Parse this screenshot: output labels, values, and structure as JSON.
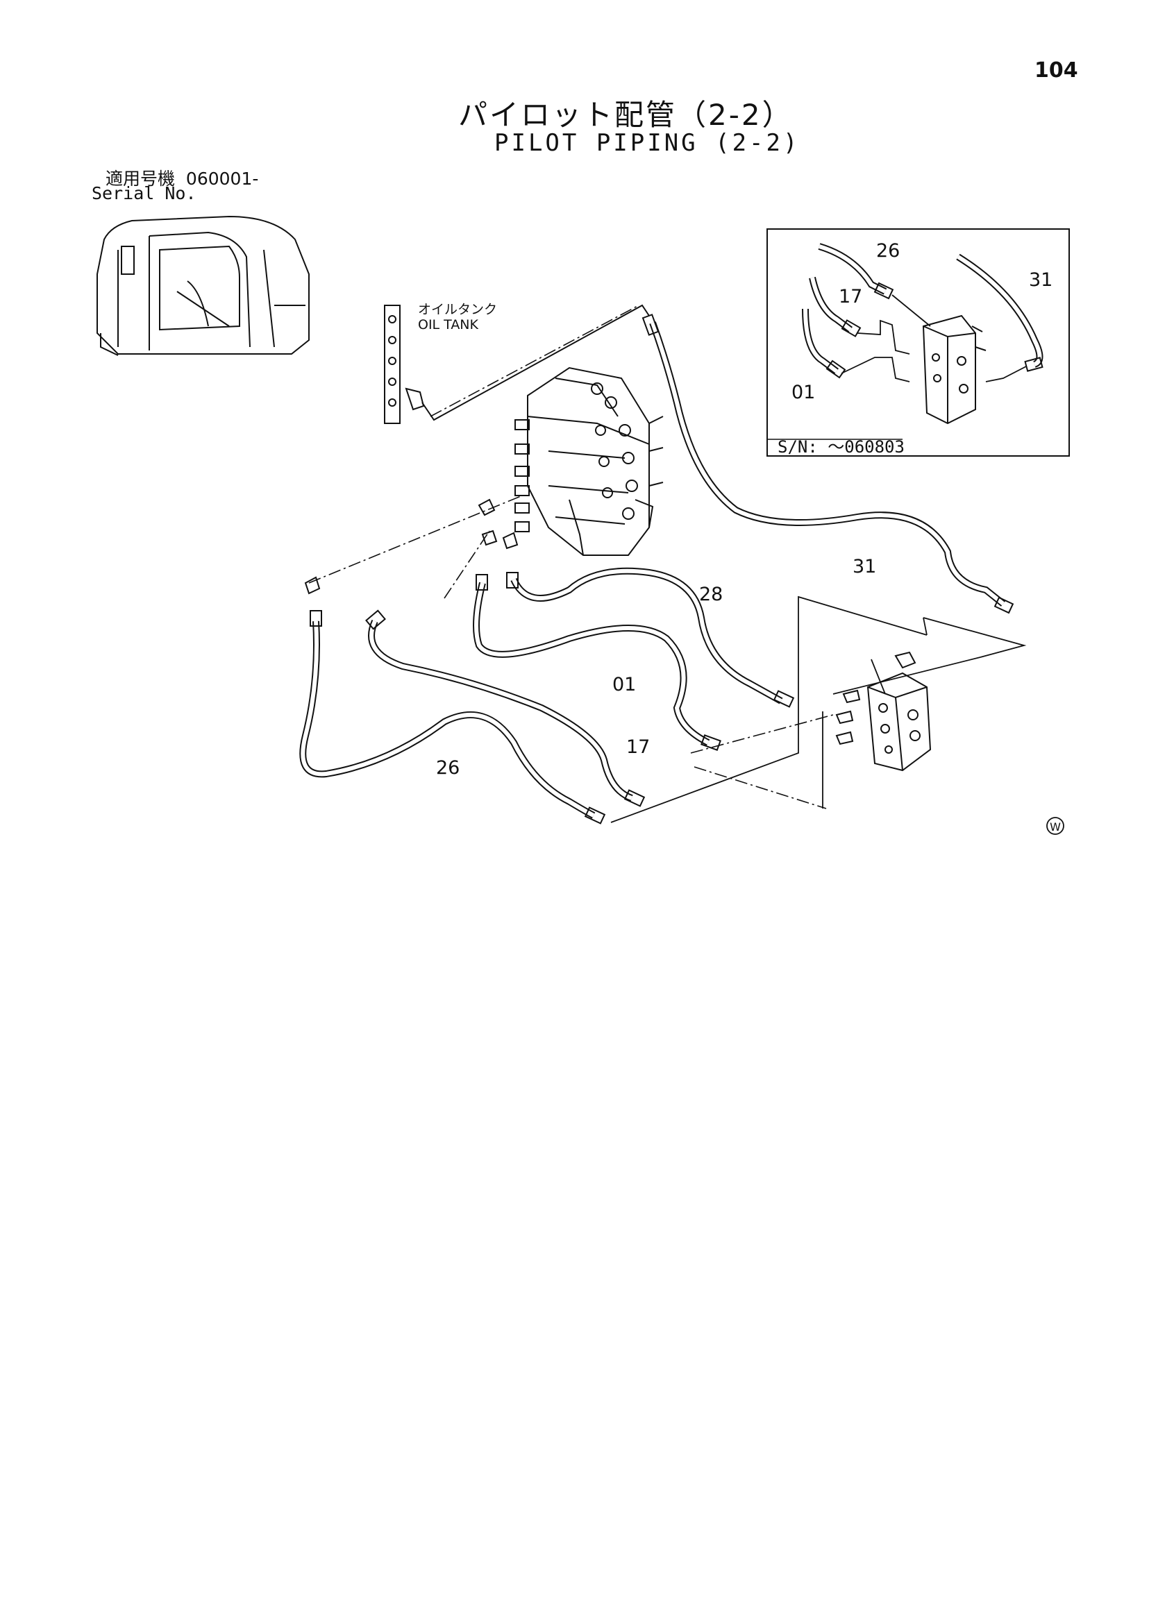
{
  "page_number": "104",
  "title_jp": "パイロット配管（2-2）",
  "title_en": "PILOT PIPING (2-2)",
  "serial": {
    "label_jp": "適用号機",
    "value": "060001-",
    "label_en": "Serial No."
  },
  "oil_tank": {
    "label_jp": "オイルタンク",
    "label_en": "OIL TANK"
  },
  "inset": {
    "serial_note": "S/N: ～060803",
    "callouts": {
      "c26": "26",
      "c17": "17",
      "c31": "31",
      "c01": "01"
    }
  },
  "callouts": {
    "c31": "31",
    "c28": "28",
    "c01": "01",
    "c17": "17",
    "c26": "26"
  },
  "mark": "W"
}
